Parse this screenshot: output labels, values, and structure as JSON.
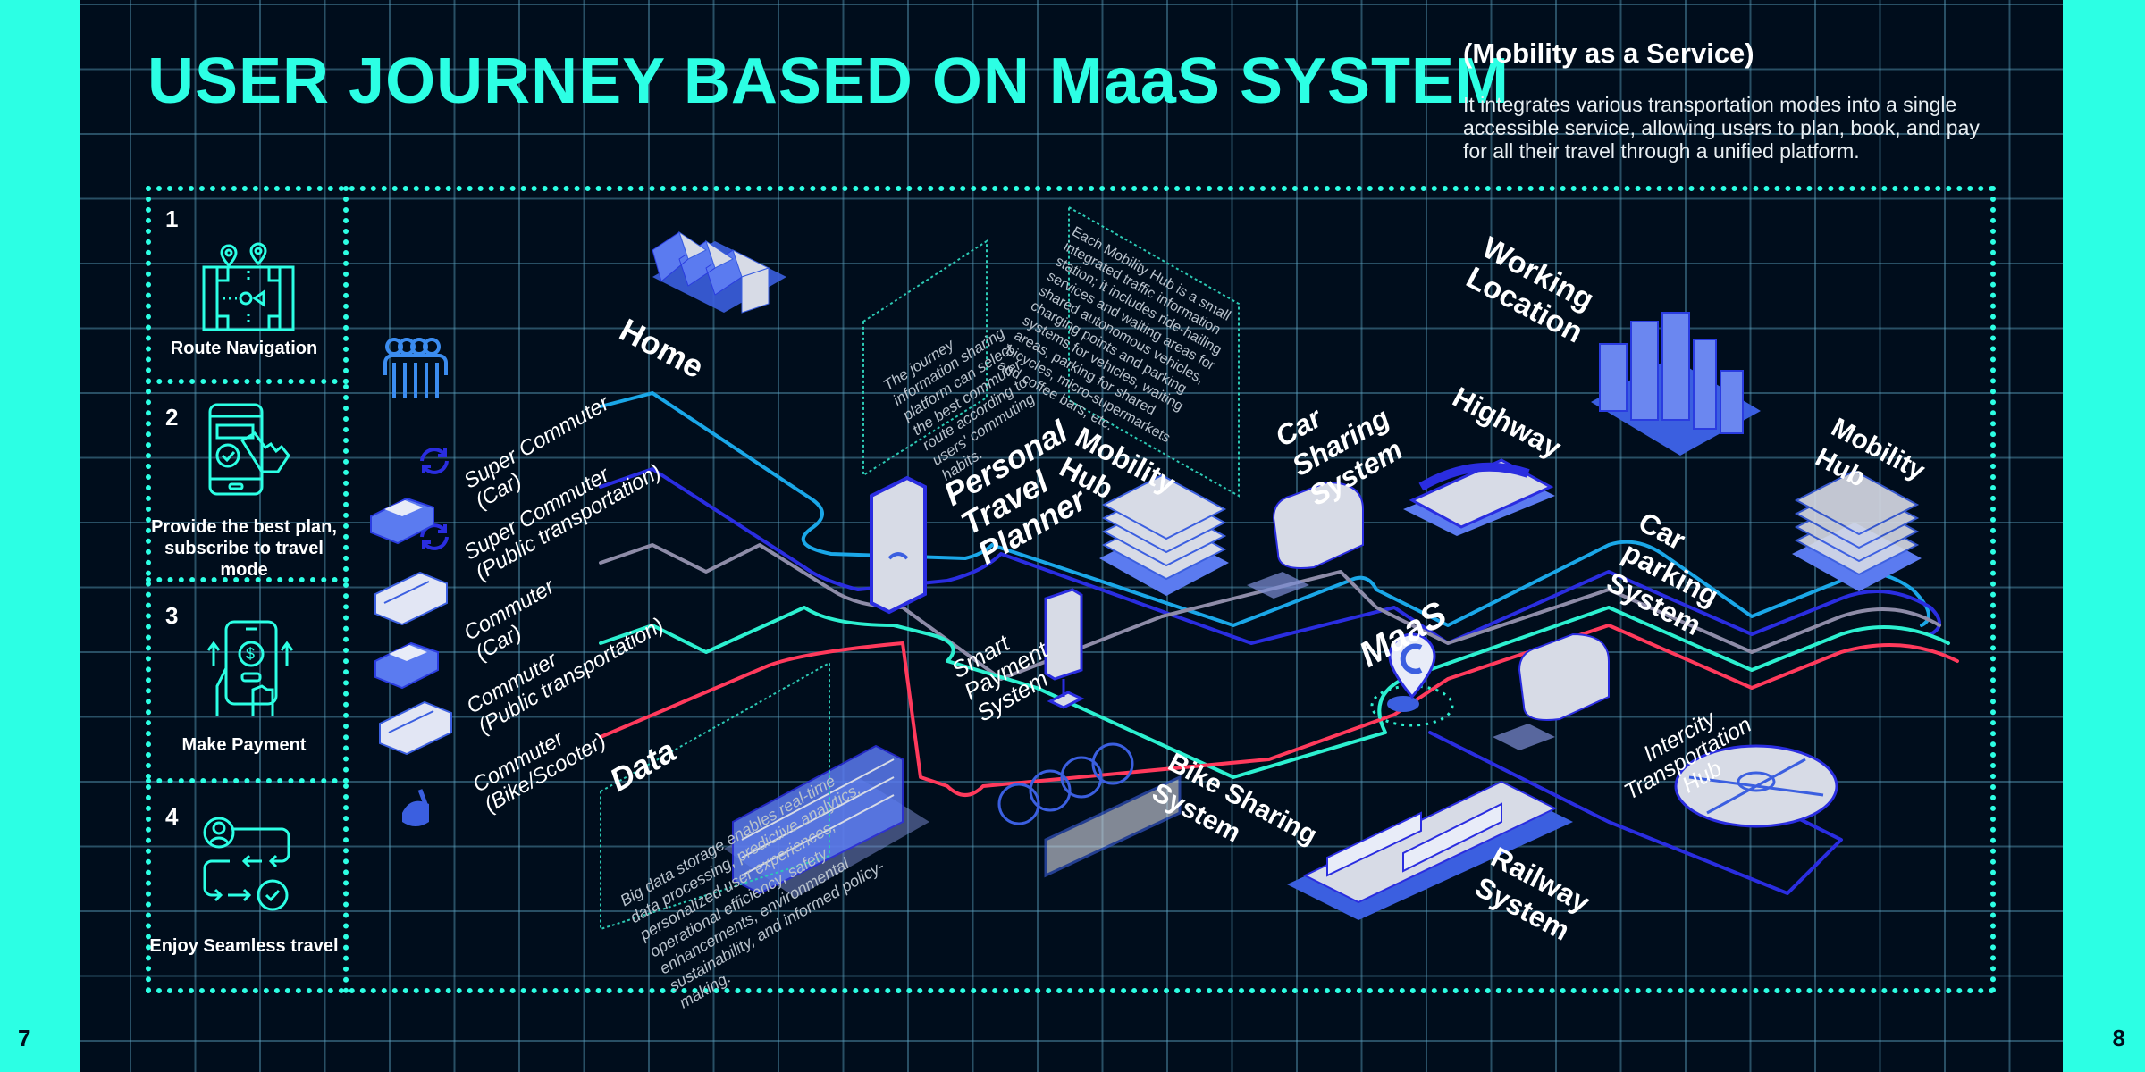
{
  "page": {
    "title": "USER JOURNEY BASED ON MaaS SYSTEM",
    "subtitle": "(Mobility as a Service)",
    "description": "It integrates various transportation modes into a single accessible service, allowing users to plan, book, and pay for all their travel through a unified platform.",
    "page_left": "7",
    "page_right": "8",
    "colors": {
      "accent": "#2cffe4",
      "background": "#000d1c",
      "grid": "#5aa0be",
      "route_super_car": "#1aa7e8",
      "route_super_public": "#2a2de0",
      "route_commuter_car": "#8e8ca8",
      "route_commuter_public": "#2cf0d0",
      "route_bike": "#ff3a5c",
      "illustration_blue": "#3b5fe0",
      "illustration_light": "#d7dbe6"
    }
  },
  "steps": [
    {
      "number": "1",
      "label": "Route Navigation",
      "icon": "map-navigation-icon"
    },
    {
      "number": "2",
      "label": "Provide the best plan, subscribe to travel mode",
      "icon": "phone-tap-check-icon"
    },
    {
      "number": "3",
      "label": "Make Payment",
      "icon": "phone-payment-icon"
    },
    {
      "number": "4",
      "label": "Enjoy Seamless travel",
      "icon": "user-flow-check-icon"
    }
  ],
  "users": {
    "group_icon": "user-group-icon",
    "types": [
      {
        "line1": "Super Commuter",
        "line2": "(Car)",
        "icon": "car-icon",
        "swap_icon": "refresh-icon"
      },
      {
        "line1": "Super Commuter",
        "line2": "(Public transportation)",
        "icon": "bus-icon",
        "swap_icon": "refresh-icon"
      },
      {
        "line1": "Commuter",
        "line2": "(Car)",
        "icon": "car-icon"
      },
      {
        "line1": "Commuter",
        "line2": "(Public transportation)",
        "icon": "bus-icon"
      },
      {
        "line1": "Commuter",
        "line2": "(Bike/Scooter)",
        "icon": "scooter-icon"
      }
    ]
  },
  "nodes": {
    "home": "Home",
    "personal_travel_planner": [
      "Personal",
      "Travel",
      "Planner"
    ],
    "mobility_hub_1": [
      "Mobility",
      "Hub"
    ],
    "car_sharing": [
      "Car",
      "Sharing",
      "System"
    ],
    "highway": "Highway",
    "working_location": [
      "Working",
      "Location"
    ],
    "mobility_hub_2": [
      "Mobility",
      "Hub"
    ],
    "car_parking": [
      "Car",
      "parking",
      "System"
    ],
    "maas": "MaaS",
    "smart_payment": [
      "Smart",
      "Payment",
      "System"
    ],
    "bike_sharing": [
      "Bike Sharing",
      "System"
    ],
    "data": "Data",
    "intercity_hub": [
      "Intercity",
      "Transportation",
      "Hub"
    ],
    "railway": [
      "Railway",
      "System"
    ]
  },
  "notes": {
    "planner": [
      "The journey",
      "information sharing",
      "platform can select",
      "the best commuter",
      "route according to",
      "users' commuting",
      "habits."
    ],
    "mobility_hub": [
      "Each Mobility Hub is a small",
      "integrated traffic information",
      "station; it includes ride-hailing",
      "services and waiting areas for",
      "shared autonomous vehicles,",
      "charging points and parking",
      "systems for vehicles, waiting",
      "areas, parking for shared",
      "bicycles, micro-supermarkets",
      "and coffee bars, etc."
    ],
    "data": [
      "Big data storage enables real-time",
      "data processing, predictive analytics,",
      "personalized user experiences,",
      "operational efficiency, safety",
      "enhancements, environmental",
      "sustainability, and informed policy-",
      "making."
    ]
  }
}
